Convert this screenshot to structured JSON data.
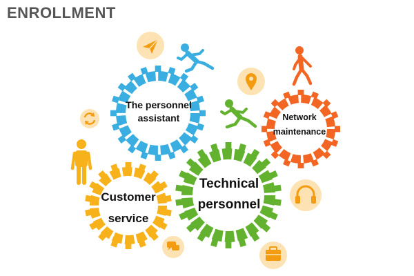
{
  "title": "ENROLLMENT",
  "gears": {
    "assistant": {
      "line1": "The personnel",
      "line2": "assistant",
      "color": "#3aaee0"
    },
    "network": {
      "line1": "Network",
      "line2": "maintenance",
      "color": "#f26522"
    },
    "customer": {
      "line1": "Customer",
      "line2": "service",
      "color": "#f7b21b"
    },
    "technical": {
      "line1": "Technical",
      "line2": "personnel",
      "color": "#62b22f"
    }
  },
  "icons": [
    "paper-plane-icon",
    "location-pin-icon",
    "refresh-icon",
    "headphones-icon",
    "chat-icon",
    "briefcase-icon"
  ],
  "figures": [
    "running-person-blue",
    "running-person-green",
    "walking-person-orange",
    "standing-person-yellow"
  ],
  "icon_bg_color": "#fde3b3",
  "icon_fg_color": "#f39c12"
}
